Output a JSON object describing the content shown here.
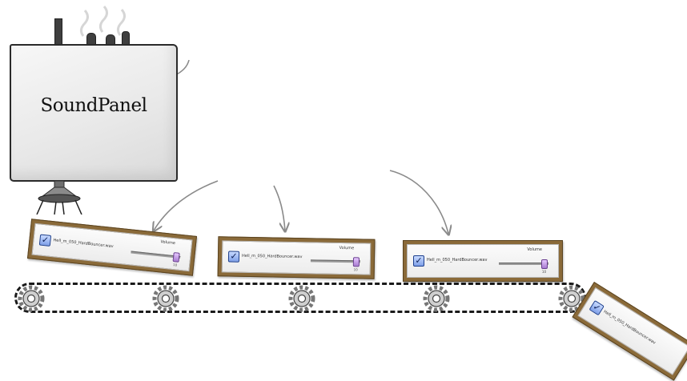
{
  "factory": {
    "title": "SoundPanel"
  },
  "panel": {
    "filename": "Hell_m_050_HardBouncer.wav",
    "volume_label": "Volume",
    "level_label": "10",
    "checked": true,
    "volume_fraction": 0.9
  },
  "conveyor": {
    "gear_count": 5
  },
  "colors": {
    "frame": "#8a6a39",
    "arrow": "#888888",
    "checkbox": "#1c3e8c"
  }
}
